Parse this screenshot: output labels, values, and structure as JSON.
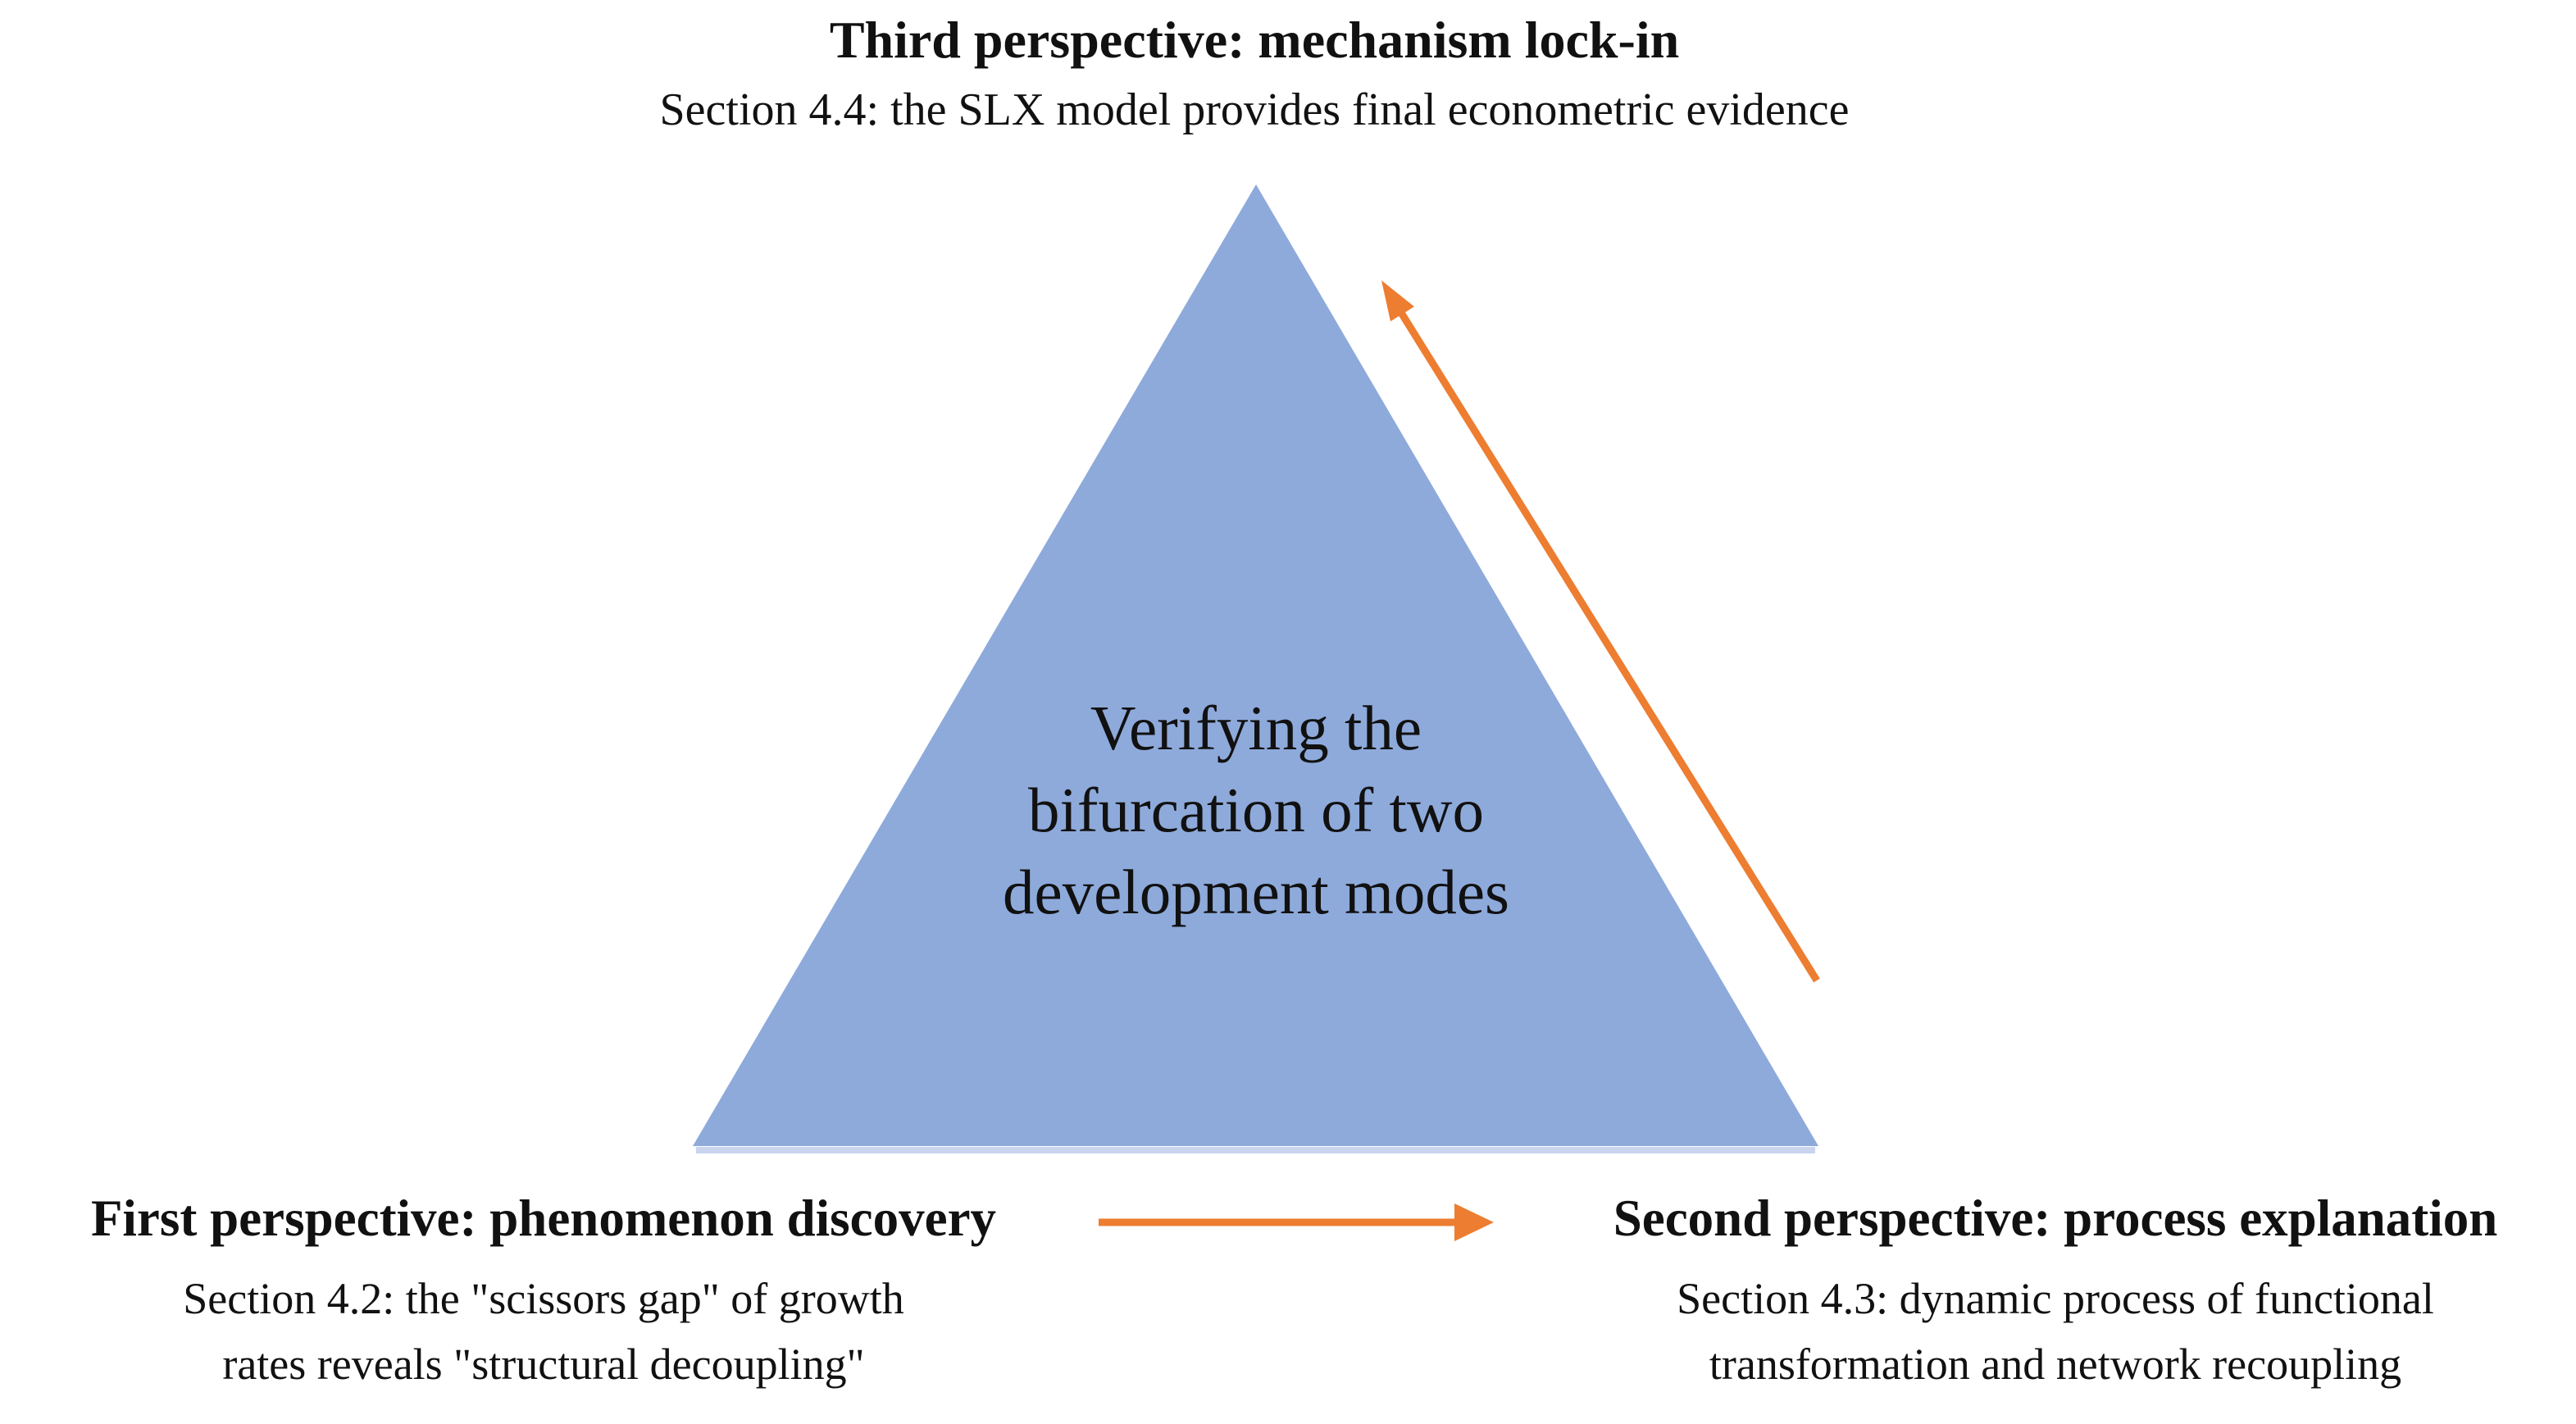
{
  "figure": {
    "top": {
      "title": "Third perspective: mechanism lock-in",
      "subtitle": "Section 4.4: the SLX model provides final econometric evidence"
    },
    "triangle": {
      "line1": "Verifying the",
      "line2": "bifurcation of two",
      "line3": "development modes"
    },
    "bottom_left": {
      "title": "First perspective: phenomenon discovery",
      "subtitle_line1": "Section 4.2: the \"scissors gap\" of growth",
      "subtitle_line2": "rates reveals \"structural decoupling\""
    },
    "bottom_right": {
      "title": "Second perspective: process explanation",
      "subtitle_line1": "Section 4.3: dynamic process of functional",
      "subtitle_line2": "transformation and network recoupling"
    },
    "colors": {
      "triangle_fill": "#8EAADB",
      "triangle_edge": "#C9D5EE",
      "arrow": "#ED7D31",
      "text": "#111111"
    }
  }
}
